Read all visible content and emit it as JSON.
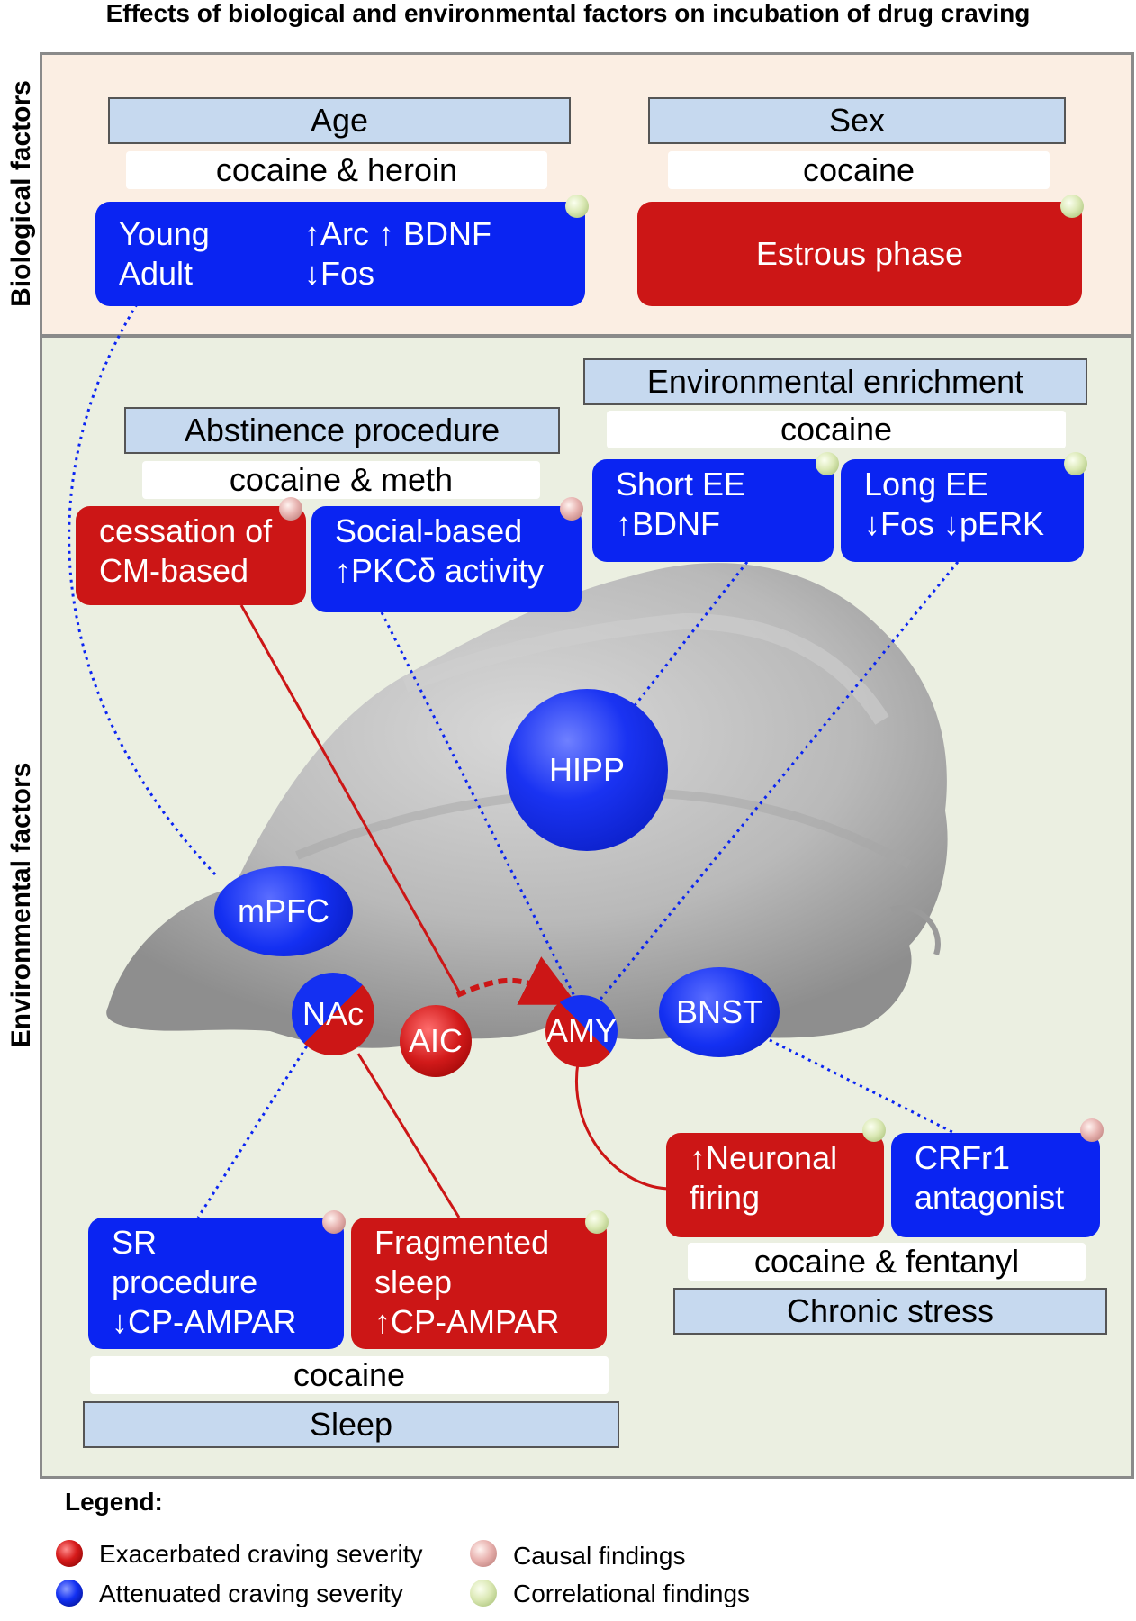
{
  "title": "Effects of biological and environmental factors on incubation of drug craving",
  "panels": {
    "biological_label": "Biological factors",
    "environmental_label": "Environmental factors"
  },
  "age": {
    "header": "Age",
    "drug": "cocaine & heroin",
    "box_left": "Young\nAdult",
    "box_right": "↑Arc ↑ BDNF\n↓Fos",
    "finding": "correlational"
  },
  "sex": {
    "header": "Sex",
    "drug": "cocaine",
    "box": "Estrous phase",
    "finding": "correlational"
  },
  "abstinence": {
    "header": "Abstinence procedure",
    "drug": "cocaine & meth",
    "cm_box": "cessation of\nCM-based",
    "social_box": "Social-based\n↑PKCδ activity",
    "cm_finding": "causal",
    "social_finding": "causal"
  },
  "enrichment": {
    "header": "Environmental enrichment",
    "drug": "cocaine",
    "short_box": "Short EE\n↑BDNF",
    "long_box": "Long EE\n↓Fos ↓pERK",
    "short_finding": "correlational",
    "long_finding": "correlational"
  },
  "regions": {
    "hipp": "HIPP",
    "mpfc": "mPFC",
    "nac": "NAc",
    "aic": "AIC",
    "amy": "AMY",
    "bnst": "BNST"
  },
  "stress": {
    "neuronal_box": "↑Neuronal\nfiring",
    "crfr1_box": "CRFr1\nantagonist",
    "drug": "cocaine & fentanyl",
    "header": "Chronic stress",
    "neuronal_finding": "correlational",
    "crfr1_finding": "causal"
  },
  "sleep": {
    "sr_box": "SR\nprocedure\n↓CP-AMPAR",
    "frag_box": "Fragmented\nsleep\n↑CP-AMPAR",
    "drug": "cocaine",
    "header": "Sleep",
    "sr_finding": "causal",
    "frag_finding": "correlational"
  },
  "legend": {
    "title": "Legend:",
    "exacerbated": "Exacerbated craving severity",
    "attenuated": "Attenuated craving severity",
    "causal": "Causal findings",
    "correlational": "Correlational findings"
  },
  "colors": {
    "attenuated": "#0a24f2",
    "exacerbated": "#cc1616",
    "header_fill": "#c6d9ef",
    "biological_bg": "#fbeee3",
    "environmental_bg": "#ebefe1"
  }
}
